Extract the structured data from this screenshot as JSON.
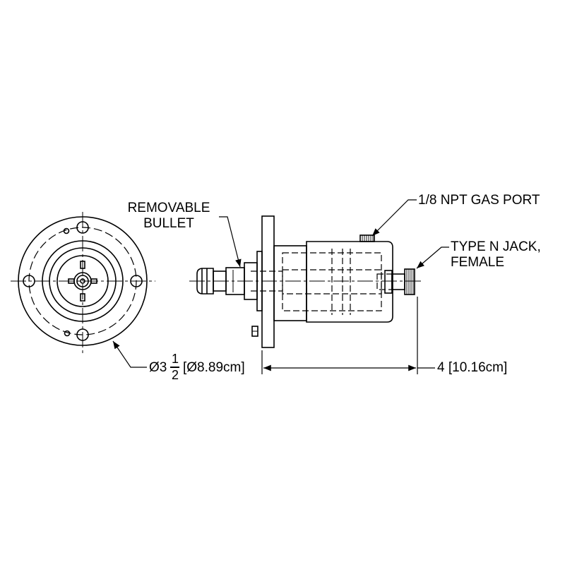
{
  "labels": {
    "removable_bullet": [
      "REMOVABLE",
      "BULLET"
    ],
    "gas_port": "1/8 NPT GAS PORT",
    "type_n_jack": [
      "TYPE N JACK,",
      "FEMALE"
    ],
    "diameter_prefix": "Ø3",
    "diameter_frac_num": "1",
    "diameter_frac_den": "2",
    "diameter_metric": "[Ø8.89cm]",
    "length_dim": "4 [10.16cm]"
  },
  "colors": {
    "line": "#000000",
    "background": "#ffffff"
  }
}
